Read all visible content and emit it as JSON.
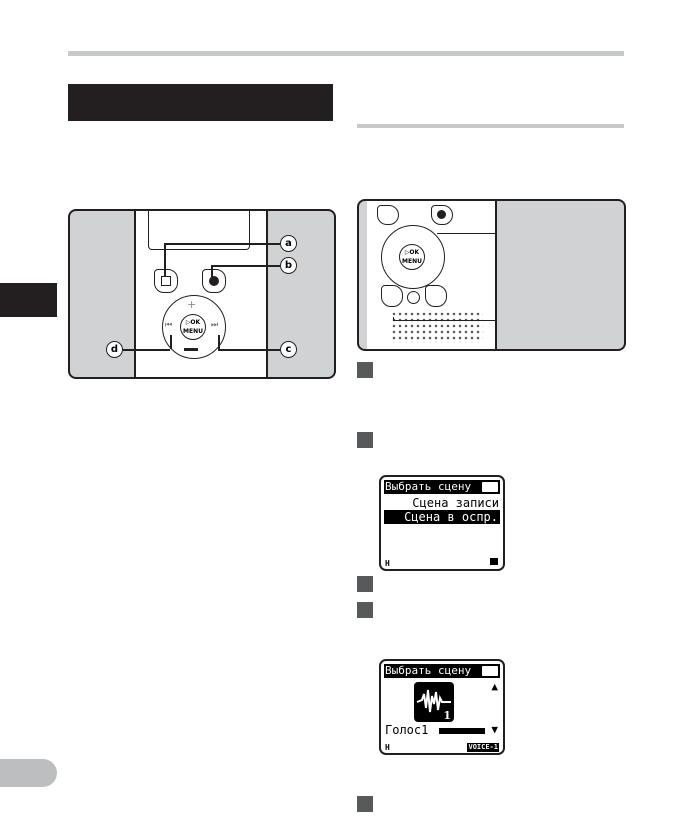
{
  "figure_left": {
    "callouts": [
      "a",
      "b",
      "c",
      "d"
    ],
    "ok_label": "▷OK",
    "menu_label": "MENU"
  },
  "figure_right": {
    "ok_label": "▷OK",
    "menu_label": "MENU"
  },
  "steps": [
    "",
    "",
    "",
    "",
    ""
  ],
  "screen1": {
    "title": "Выбрать сцену",
    "items": [
      "Сцена записи",
      "Сцена в оспр."
    ],
    "selected_index": 1,
    "mic_indicator": "H"
  },
  "screen2": {
    "title": "Выбрать сцену",
    "item": "Голос1",
    "badge": "VOICE-1",
    "icon_number": "1",
    "mic_indicator": "H"
  },
  "colors": {
    "rule": "#c8c9cb",
    "header": "#231f20",
    "panel": "#d1d2d4",
    "step": "#58595b"
  }
}
